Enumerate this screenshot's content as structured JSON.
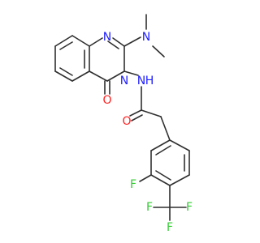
{
  "molecule": {
    "atoms": {
      "N1": {
        "text": "N",
        "color": "#2020ff"
      },
      "N3": {
        "text": "N",
        "color": "#2020ff"
      },
      "NMe2": {
        "text": "N",
        "color": "#2020ff"
      },
      "NH": {
        "text": "N",
        "color": "#2020ff"
      },
      "H": {
        "text": "H",
        "color": "#2020ff"
      },
      "O1": {
        "text": "O",
        "color": "#ff2020"
      },
      "O2": {
        "text": "O",
        "color": "#ff2020"
      },
      "F1": {
        "text": "F",
        "color": "#33cc33"
      },
      "F2": {
        "text": "F",
        "color": "#33cc33"
      },
      "F3": {
        "text": "F",
        "color": "#33cc33"
      },
      "F4": {
        "text": "F",
        "color": "#33cc33"
      }
    },
    "bond_color": "#2f2f2f"
  }
}
